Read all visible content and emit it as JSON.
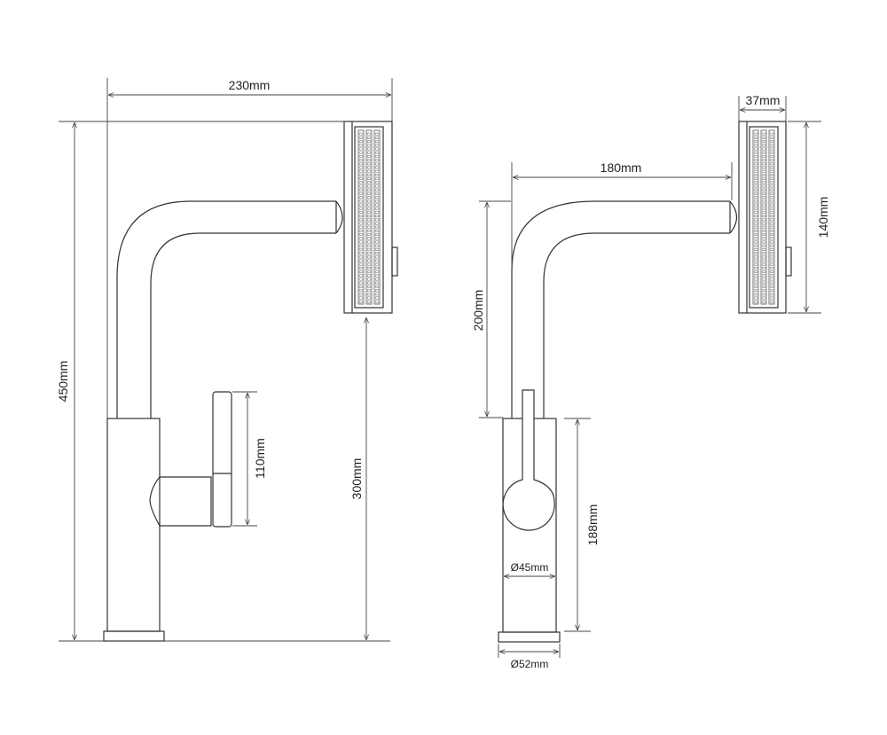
{
  "diagram": {
    "side_view": {
      "width_label": "230mm",
      "height_label": "450mm",
      "handle_label": "110mm",
      "spout_height_label": "300mm"
    },
    "front_view": {
      "head_width_label": "37mm",
      "head_height_label": "140mm",
      "reach_label": "180mm",
      "spout_rise_label": "200mm",
      "body_height_label": "188mm",
      "body_diameter_label": "Ø45mm",
      "base_diameter_label": "Ø52mm"
    }
  }
}
